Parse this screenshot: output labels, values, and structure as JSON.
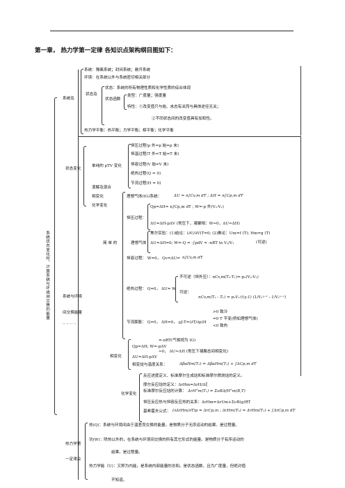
{
  "title": "第一章，   热力学第一定律  各知识点架构纲目图如下：",
  "left_vertical": "系统状态变化时，计算系统与环境间交换的能量",
  "system": {
    "label": "系统及",
    "state_label": "状态及",
    "l1": "系统：隔离系统；封闭系统；敞开系统",
    "l2": "环境：在系统以外与系统密切相关部分",
    "l3": "状态：系统的所有物理性质和化学性质的综合体现",
    "state_func": "状态函数",
    "l4": "类型：广度量；强度量",
    "l5": "特性：①改变值只与始、末态有关而与具体途径无关；",
    "l6": "②不同状态间的改变值具有加和性。",
    "l7": "热力学平衡：热平衡；力学平衡；相平衡；化学平衡"
  },
  "process": {
    "state_change": "状态变化",
    "pvt": "单纯的 pTV 变化",
    "mix": "混解及混合",
    "phase": "相变化",
    "chem": "化学变化",
    "p1": "恒压过程(p 外=p 始=p 末)",
    "p2": "恒温过程(T 外=T 始=T 末)",
    "p3": "恒容过程(V 始=V 末)",
    "p4": "绝热过程(Q = 0)",
    "p5": "节流过程(H = 0)"
  },
  "energy": {
    "sys_env": "系统与环境",
    "exchange": "间交换能量",
    "simple": "简  单  的",
    "ideal": "理想气体(IG)系统：",
    "ideal_eq": "ΔU = n∫Cv,m dT ;  ΔH = n∫Cp,m dT",
    "const_p": "恒压过程：",
    "qp": "Qp=ΔH= n∫Cp,m dT ;   W=-p 外(V₂-V₁)",
    "du": "ΔU=ΔH-pΔV (常压下，凝聚相：W≈0，ΔU≈ΔH)",
    "ig_label": "理想气体",
    "joule": "焦尔实验：(1)结论：(∂U/∂V)T=0; (2)推论：Um=f (T); Hm=g (T)",
    "iso": "ΔU=ΔH=0; W=-Q = -∫pdV = -nRT ln V₂/V₁",
    "reversible": "(可逆)",
    "const_v": "恒容过程：   W=0，   Qv=ΔU=",
    "const_v_eq": "n∫Cv,m dT",
    "irrev": "不可逆（恒外压）：nCv,m(T₂-T₁)=-p₂(V₂-V₁)",
    "adiab": "绝热过程：   Q=0，   ΔU= W",
    "rev": "可逆：",
    "rev_eq": "nCv,m(T₂ - T₁) = p₁V₁ᵞ/(γ-1) (1/V₂ᵞ⁻¹ - 1/V₁ᵞ⁻¹)",
    "jt_cool": ">0  致冷",
    "jt_zero": "=0   T 不变(例如理想气体)",
    "jt_heat": "<0 致热",
    "throttle": "节流膨胀：   Q=0，   ΔH=0，    μJ-T=(∂T/∂p)H",
    "phase_label": "相变化",
    "ph1": "=-nRT(气相视为 IG)",
    "ph2": "Qp=ΔH; W=-pΔV",
    "ph3": "≈0，  ΔU≈ΔH (常压下凝聚态间相变化)",
    "ph4": "ΔU=ΔH-pΔV",
    "ph5": "相变焓与温度关系：",
    "ph5_eq": "ΔβαHm(T₂) = ΔβαHm(T₁) + ∫ΔCp,m dT",
    "chem_label": "化学变化",
    "c1": "反应进度定义、标准摩尔生成焓和标准摩尔燃烧焓的定义。",
    "c2": "摩尔反应焓的定义：ΔrHm=ΔrH/Δξ",
    "c3": "标准摩尔反应焓的计算：",
    "c3_eq": "ΔrH°m(T₁) = ΣνBΔfH°m(B,T)",
    "c4": "恒压反应热与恒容反应热的关系：ΔrHm=ΔrUm+ΣνB(g)RT",
    "c5": "基希霍夫公式：",
    "c5_eq": "(∂ΔrHm/∂T)p = ΔrCp,m ;  ΔrHm(T₂) = ΔrHm(T₁) + ∫ΔrCp,m dT"
  },
  "first_law": {
    "label": "热力学第",
    "label2": "一定律及",
    "q": "热(Q)：系统与环境间由于温差而交换的能量。是物质分子无序运动的结果。是过程量。",
    "w": "功(W)：除热以外的，在系统与环境间交换的所有其它形式的能量。是物质分子有序运动的",
    "w2": "结果。是过程量。",
    "u": "热力学能（U)：又称为内能，是系统内部能量的总和。是状态函数，且为广度量，但绝对值",
    "u2": "不知道。"
  }
}
